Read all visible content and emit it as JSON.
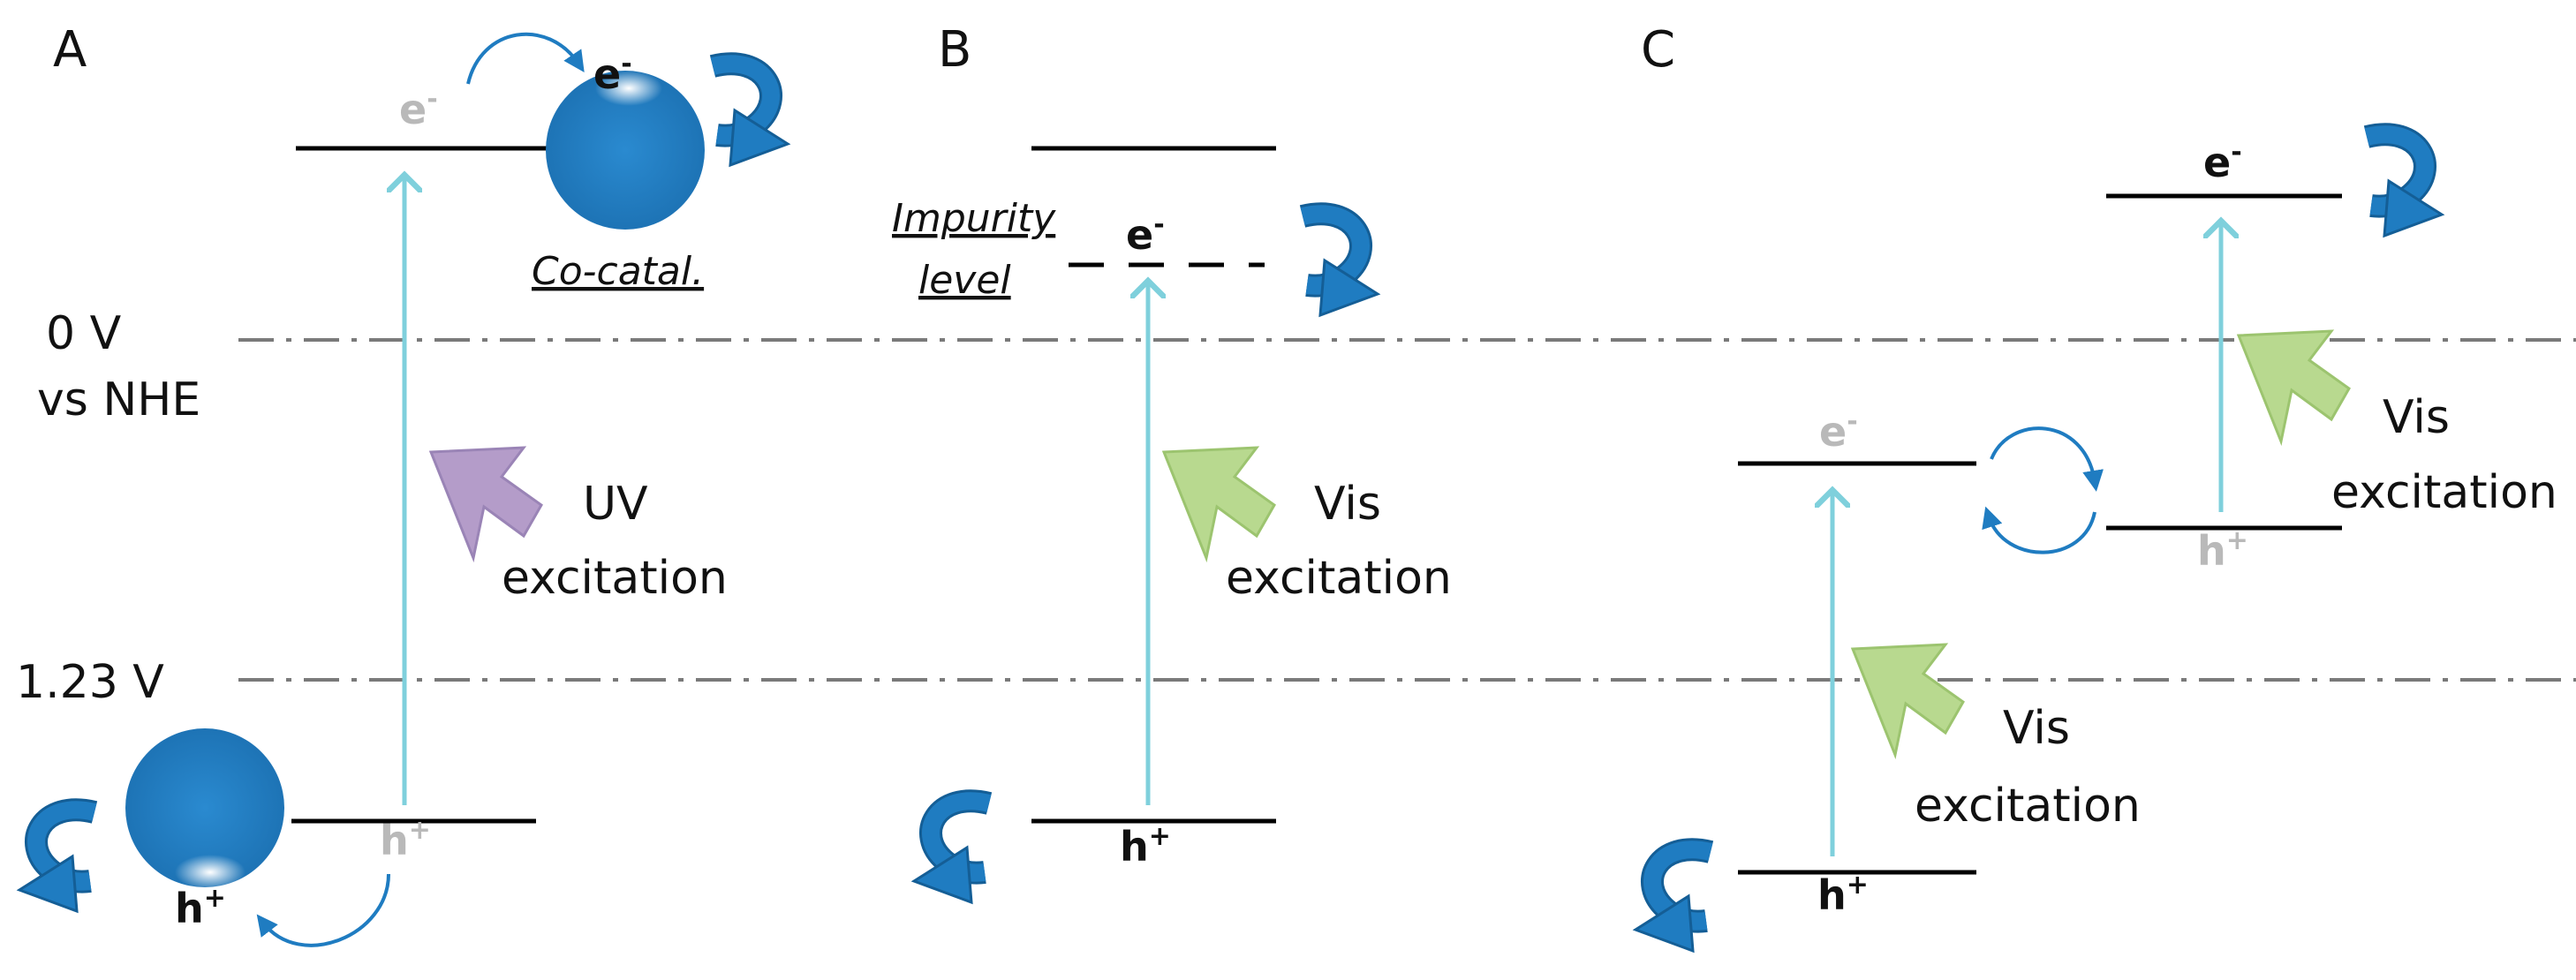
{
  "panels": {
    "A": {
      "letter": "A",
      "ref_label_0v_line1": "0 V",
      "ref_label_0v_line2": "vs NHE",
      "ref_label_123": "1.23 V",
      "excitation_line1": "UV",
      "excitation_line2": "excitation",
      "cocatalyst_label": "Co-catal.",
      "electron": "e",
      "hole": "h",
      "electron_sup": "-",
      "hole_sup": "+"
    },
    "B": {
      "letter": "B",
      "impurity_line1": "Impurity",
      "impurity_line2": "level",
      "excitation_line1": "Vis",
      "excitation_line2": "excitation",
      "electron": "e",
      "hole": "h",
      "electron_sup": "-",
      "hole_sup": "+"
    },
    "C": {
      "letter": "C",
      "excitation_upper_line1": "Vis",
      "excitation_upper_line2": "excitation",
      "excitation_lower_line1": "Vis",
      "excitation_lower_line2": "excitation",
      "electron": "e",
      "hole": "h",
      "electron_sup": "-",
      "hole_sup": "+"
    }
  },
  "colors": {
    "level_line": "#000000",
    "reference_line": "#7a7a7a",
    "excitation_arrow": "#7fd0dc",
    "blue": "#1f7cc1",
    "blue_dark": "#145e96",
    "uv_arrow": "#b49cc9",
    "vis_arrow": "#b8d98f",
    "grey_carrier": "#b9b9b9"
  },
  "icons": {
    "cocatalyst": "blue-sphere",
    "redox_curl": "curved-arrow",
    "uv": "purple-arrow",
    "vis": "green-arrow"
  }
}
